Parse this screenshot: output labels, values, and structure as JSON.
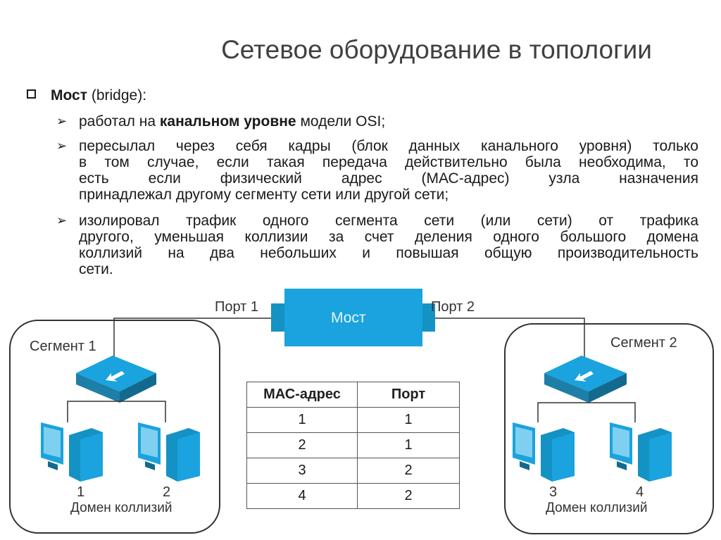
{
  "title": "Сетевое оборудование в топологии",
  "bullet_main": {
    "bold": "Мост",
    "rest": " (bridge):"
  },
  "sub_bullets": [
    {
      "prefix": "работал на ",
      "bold": "канальном уровне",
      "suffix": " модели OSI;"
    },
    {
      "lines": [
        "пересылал через себя кадры (блок данных канального уровня) только",
        "в том случае, если такая передача действительно была необходима, то",
        "есть если физический адрес (МАС-адрес) узла назначения",
        "принадлежал другому сегменту сети или другой сети;"
      ]
    },
    {
      "lines": [
        "изолировал трафик одного сегмента сети (или сети) от трафика",
        "другого, уменьшая коллизии за счет деления одного большого домена",
        "коллизий на два небольших и повышая общую производительность",
        "сети."
      ]
    }
  ],
  "diagram": {
    "bridge_label": "Мост",
    "port1_label": "Порт 1",
    "port2_label": "Порт 2",
    "segment1_label": "Сегмент 1",
    "segment2_label": "Сегмент 2",
    "collision_domain_1": "Домен коллизий",
    "collision_domain_2": "Домен коллизий",
    "hosts": [
      "1",
      "2",
      "3",
      "4"
    ],
    "accent_color": "#1aa3de",
    "device_color": "#1592c4"
  },
  "table": {
    "headers": [
      "МАС-адрес",
      "Порт"
    ],
    "rows": [
      [
        "1",
        "1"
      ],
      [
        "2",
        "1"
      ],
      [
        "3",
        "2"
      ],
      [
        "4",
        "2"
      ]
    ]
  }
}
